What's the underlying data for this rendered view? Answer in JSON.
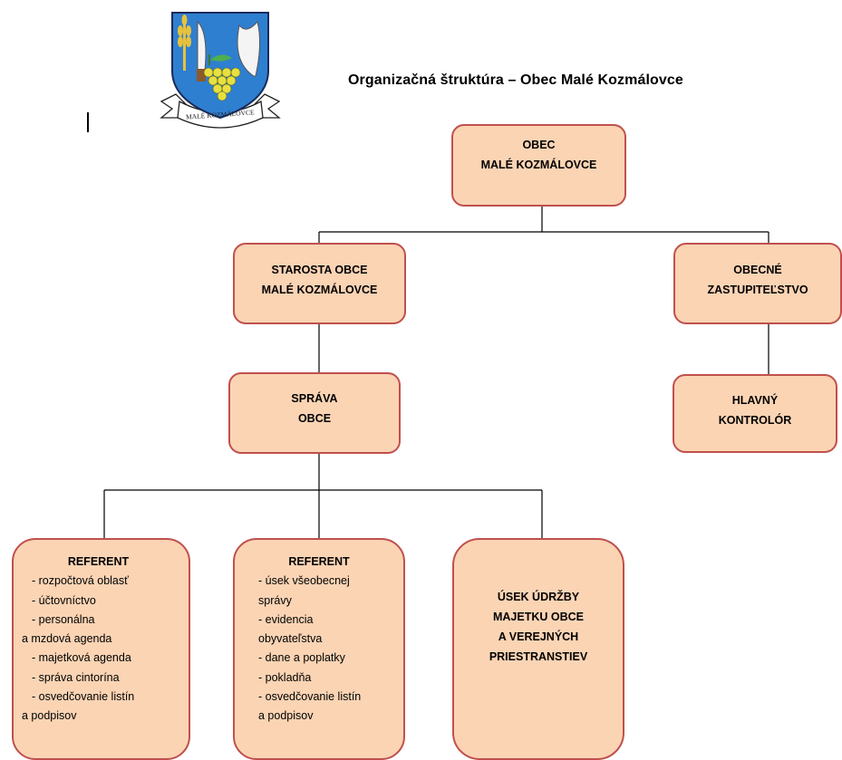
{
  "title": "Organizačná štruktúra – Obec Malé Kozmálovce",
  "crest": {
    "icon": "municipal-crest-icon",
    "banner_text": "MALÉ KOZMÁLOVCE"
  },
  "cursor_mark": "I",
  "colors": {
    "box_fill": "#fbd4b4",
    "box_border": "#c0504d",
    "connector": "#000000"
  },
  "nodes": {
    "obec": [
      "OBEC",
      "MALÉ KOZMÁLOVCE"
    ],
    "starosta": [
      "STAROSTA  OBCE",
      "MALÉ KOZMÁLOVCE"
    ],
    "zastupitelstvo": [
      "OBECNÉ",
      "ZASTUPITEĽSTVO"
    ],
    "sprava": [
      "SPRÁVA",
      "OBCE"
    ],
    "kontrolor": [
      "HLAVNÝ",
      "KONTROLÓR"
    ],
    "referent1": {
      "heading": "REFERENT",
      "items": [
        "- rozpočtová oblasť",
        "- účtovníctvo",
        "- personálna",
        "a mzdová agenda",
        "- majetková agenda",
        "- správa cintorína",
        "- osvedčovanie listín",
        "a podpisov"
      ]
    },
    "referent2": {
      "heading": "REFERENT",
      "items": [
        "- úsek všeobecnej",
        "správy",
        "- evidencia",
        "obyvateľstva",
        "- dane a poplatky",
        "- pokladňa",
        "- osvedčovanie listín",
        "a podpisov"
      ]
    },
    "udrzba": [
      "ÚSEK ÚDRŽBY",
      "MAJETKU  OBCE",
      "A VEREJNÝCH",
      "PRIESTRANSTIEV"
    ]
  }
}
